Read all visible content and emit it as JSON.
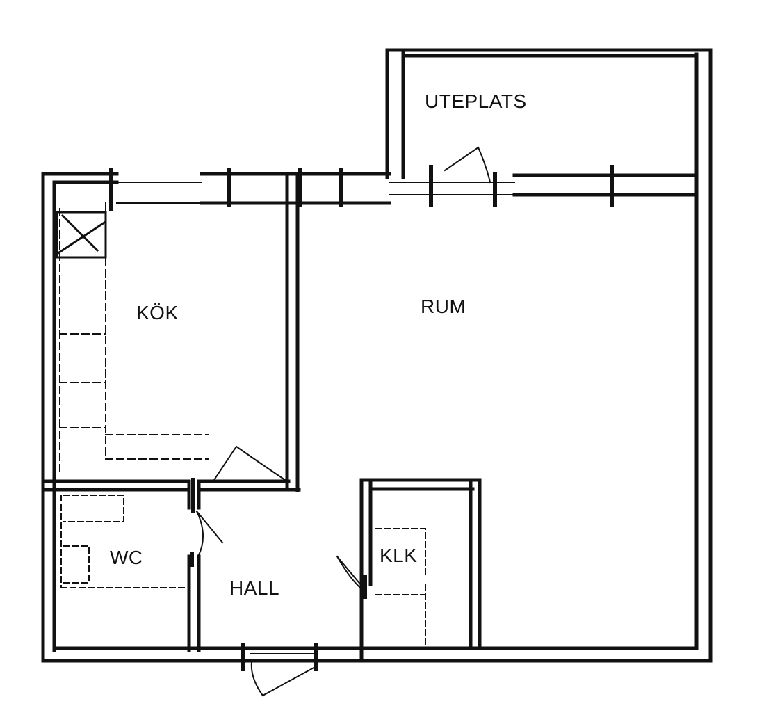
{
  "plan": {
    "rooms": {
      "uteplats": "UTEPLATS",
      "kok": "KÖK",
      "rum": "RUM",
      "wc": "WC",
      "hall": "HALL",
      "klk": "KLK"
    },
    "ink_color": "#111111",
    "paper_color": "#ffffff"
  }
}
